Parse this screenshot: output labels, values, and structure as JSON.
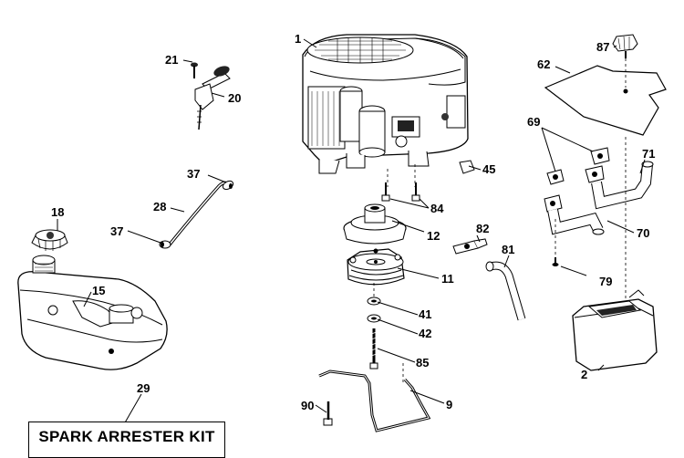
{
  "kit_label": "SPARK ARRESTER KIT",
  "part_numbers": {
    "engine": "1",
    "tank": "15",
    "cap": "18",
    "dipstick": "20",
    "bolt21": "21",
    "hose": "28",
    "clamp_top": "37",
    "clamp_left": "37",
    "kit": "29",
    "pulley": "12",
    "clutch": "11",
    "washer41": "41",
    "washer42": "42",
    "bolt85": "85",
    "bracket": "9",
    "bolt90": "90",
    "bolts84": "84",
    "nut45": "45",
    "fitting": "82",
    "tube": "81",
    "knob": "87",
    "shield": "62",
    "gaskets": "69",
    "pipe71": "71",
    "pipe70": "70",
    "bolt79": "79",
    "muffler": "2"
  }
}
